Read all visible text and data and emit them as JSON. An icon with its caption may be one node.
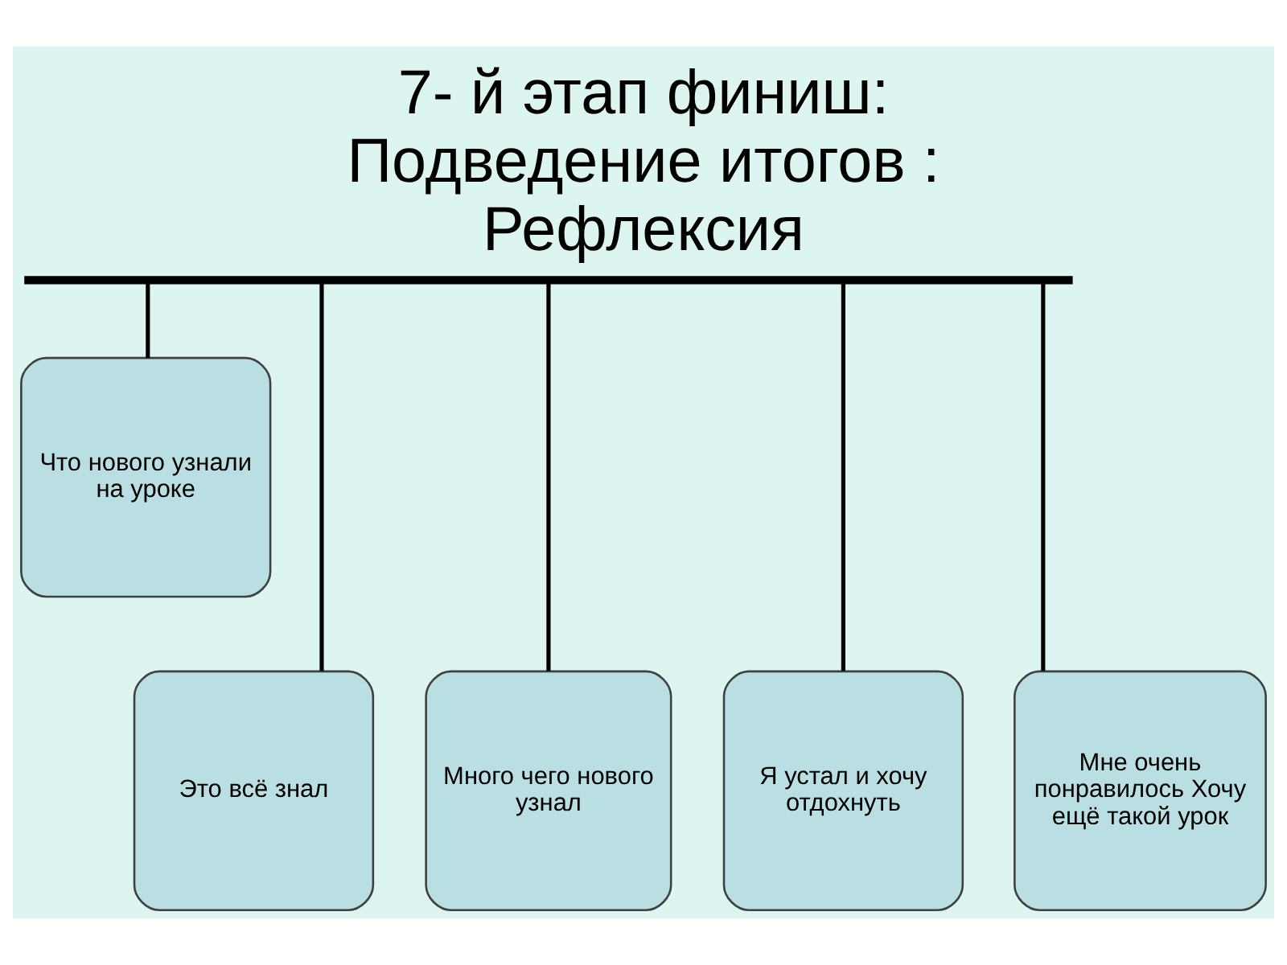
{
  "diagram": {
    "title": "7- й этап финиш: Подведение итогов : Рефлексия",
    "nodes": [
      {
        "text": [],
        "shape": "bar"
      },
      {
        "text": [
          "Что нового узнали на уроке"
        ]
      },
      {
        "text": [
          "Это всё знал"
        ]
      },
      {
        "text": [
          "Много чего нового узнал"
        ]
      },
      {
        "text": [
          "Я устал и хочу отдохнуть"
        ]
      },
      {
        "text": [
          "Мне очень понравилось Хочу ещё такой урок"
        ]
      }
    ],
    "edges": [
      {
        "from": 0,
        "to": 2,
        "arrow": "none"
      },
      {
        "from": 0,
        "to": 3,
        "arrow": "none"
      },
      {
        "from": 0,
        "to": 1,
        "arrow": "none"
      },
      {
        "from": 0,
        "to": 4,
        "arrow": "none"
      },
      {
        "from": 0,
        "to": 5,
        "arrow": "none"
      }
    ]
  }
}
